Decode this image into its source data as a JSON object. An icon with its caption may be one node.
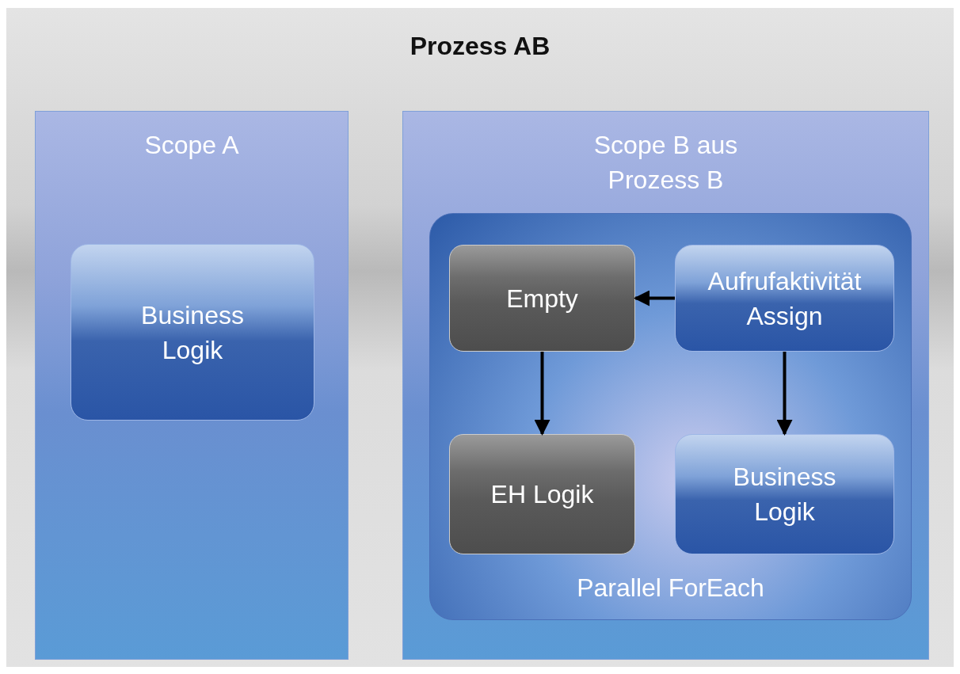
{
  "diagram": {
    "nodes": [
      {
        "text": [
          "Prozess AB"
        ]
      },
      {
        "text": [
          "Scope A"
        ],
        "in": 0
      },
      {
        "text": [
          "Business Logik"
        ],
        "in": 1
      },
      {
        "text": [
          "Scope B aus Prozess B"
        ],
        "in": 0
      },
      {
        "text": [
          "Parallel ForEach"
        ],
        "in": 3
      },
      {
        "text": [
          "Empty"
        ],
        "in": 4
      },
      {
        "text": [
          "Aufrufaktivität Assign"
        ],
        "in": 4
      },
      {
        "text": [
          "EH Logik"
        ],
        "in": 4
      },
      {
        "text": [
          "Business Logik"
        ],
        "in": 4
      }
    ],
    "edges": [
      {
        "from": 6,
        "to": 5,
        "arrow": "to"
      },
      {
        "from": 5,
        "to": 7,
        "arrow": "to"
      },
      {
        "from": 6,
        "to": 8,
        "arrow": "to"
      }
    ]
  }
}
